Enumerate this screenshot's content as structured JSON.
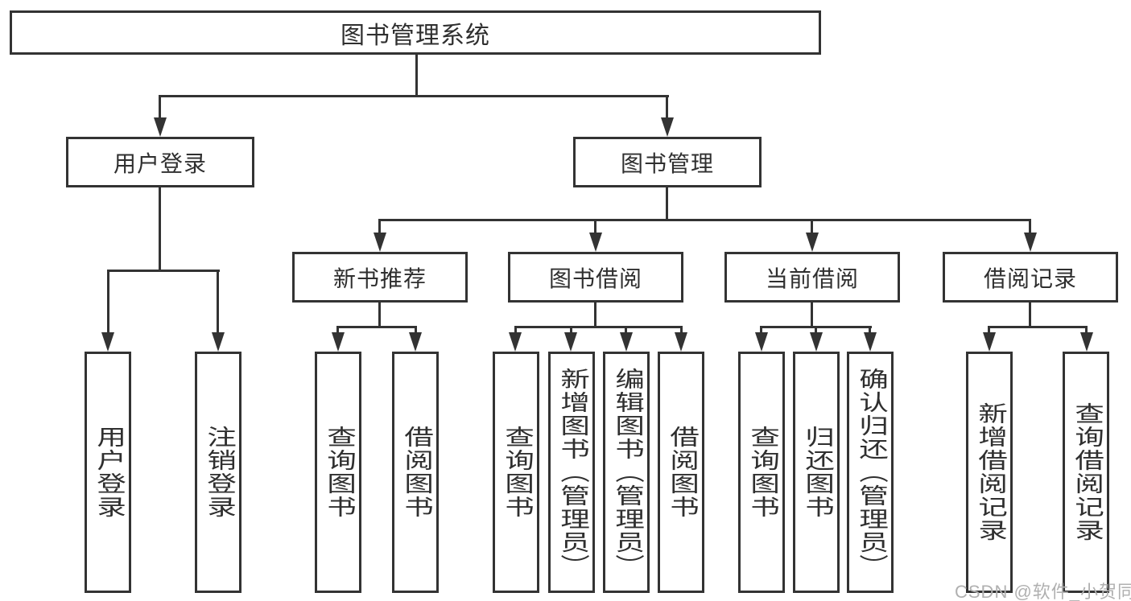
{
  "diagram": {
    "type": "hierarchy-tree",
    "root": {
      "label": "图书管理系统",
      "children": [
        {
          "label": "用户登录",
          "children": [
            {
              "label": "用户登录"
            },
            {
              "label": "注销登录"
            }
          ]
        },
        {
          "label": "图书管理",
          "children": [
            {
              "label": "新书推荐",
              "children": [
                {
                  "label": "查询图书"
                },
                {
                  "label": "借阅图书"
                }
              ]
            },
            {
              "label": "图书借阅",
              "children": [
                {
                  "label": "查询图书"
                },
                {
                  "label": "新增图书（管理员）"
                },
                {
                  "label": "编辑图书（管理员）"
                },
                {
                  "label": "借阅图书"
                }
              ]
            },
            {
              "label": "当前借阅",
              "children": [
                {
                  "label": "查询图书"
                },
                {
                  "label": "归还图书"
                },
                {
                  "label": "确认归还（管理员）"
                }
              ]
            },
            {
              "label": "借阅记录",
              "children": [
                {
                  "label": "新增借阅记录"
                },
                {
                  "label": "查询借阅记录"
                }
              ]
            }
          ]
        }
      ]
    },
    "watermark": "CSDN @软件_小贺同学",
    "colors": {
      "line": "#333333",
      "text": "#2f2f2f",
      "watermark": "#b0b0b0",
      "background": "#ffffff"
    }
  }
}
